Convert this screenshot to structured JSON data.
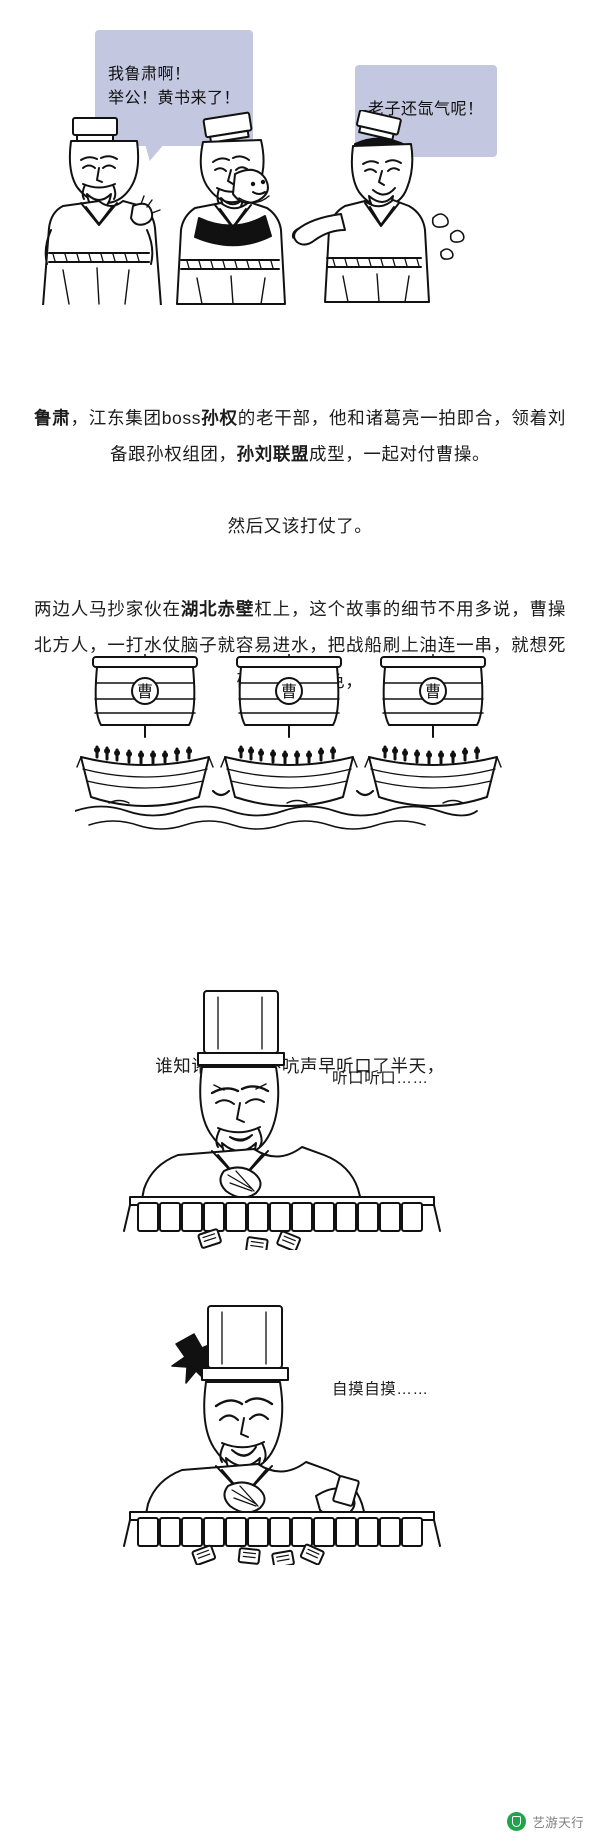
{
  "bubbles": [
    {
      "id": "lusu",
      "text": "我鲁肃啊！\n举公！黄书来了！"
    },
    {
      "id": "caocao",
      "text": "老子还氙气呢！"
    }
  ],
  "paragraphs": {
    "p1_a": "鲁肃",
    "p1_b": "，江东集团boss",
    "p1_c": "孙权",
    "p1_d": "的老干部，他和诸葛亮一拍即合，领着刘备跟孙权组团，",
    "p1_e": "孙刘联盟",
    "p1_f": "成型，一起对付曹操。",
    "p2": "然后又该打仗了。",
    "p3_a": "两边人马抄家伙在",
    "p3_b": "湖北赤壁",
    "p3_c": "杠上，这个故事的细节不用多说，曹操北方人，一打水仗脑子就容易进水，把战船刷上油连一串，就想死磕一把清一色，",
    "p4": "谁知诸葛亮闷不吭声早听口了半天，"
  },
  "captions": {
    "c1": "听口听口……",
    "c2": "自摸自摸……"
  },
  "illustrations": {
    "top_scene": "three-chinese-generals-cartoon",
    "ships": "three-linked-war-ships",
    "mahjong_1": "zhuge-liang-at-mahjong-table",
    "mahjong_2": "zhuge-liang-winning-at-mahjong"
  },
  "footer": {
    "logo": "leaf-badge-icon",
    "account_name": "艺游天行"
  },
  "colors": {
    "bubble_fill": "#c3c7df",
    "text": "#1c1c1c",
    "ink": "#111111",
    "watermark_text": "#7d7d7d",
    "logo_green": "#23a24d"
  }
}
